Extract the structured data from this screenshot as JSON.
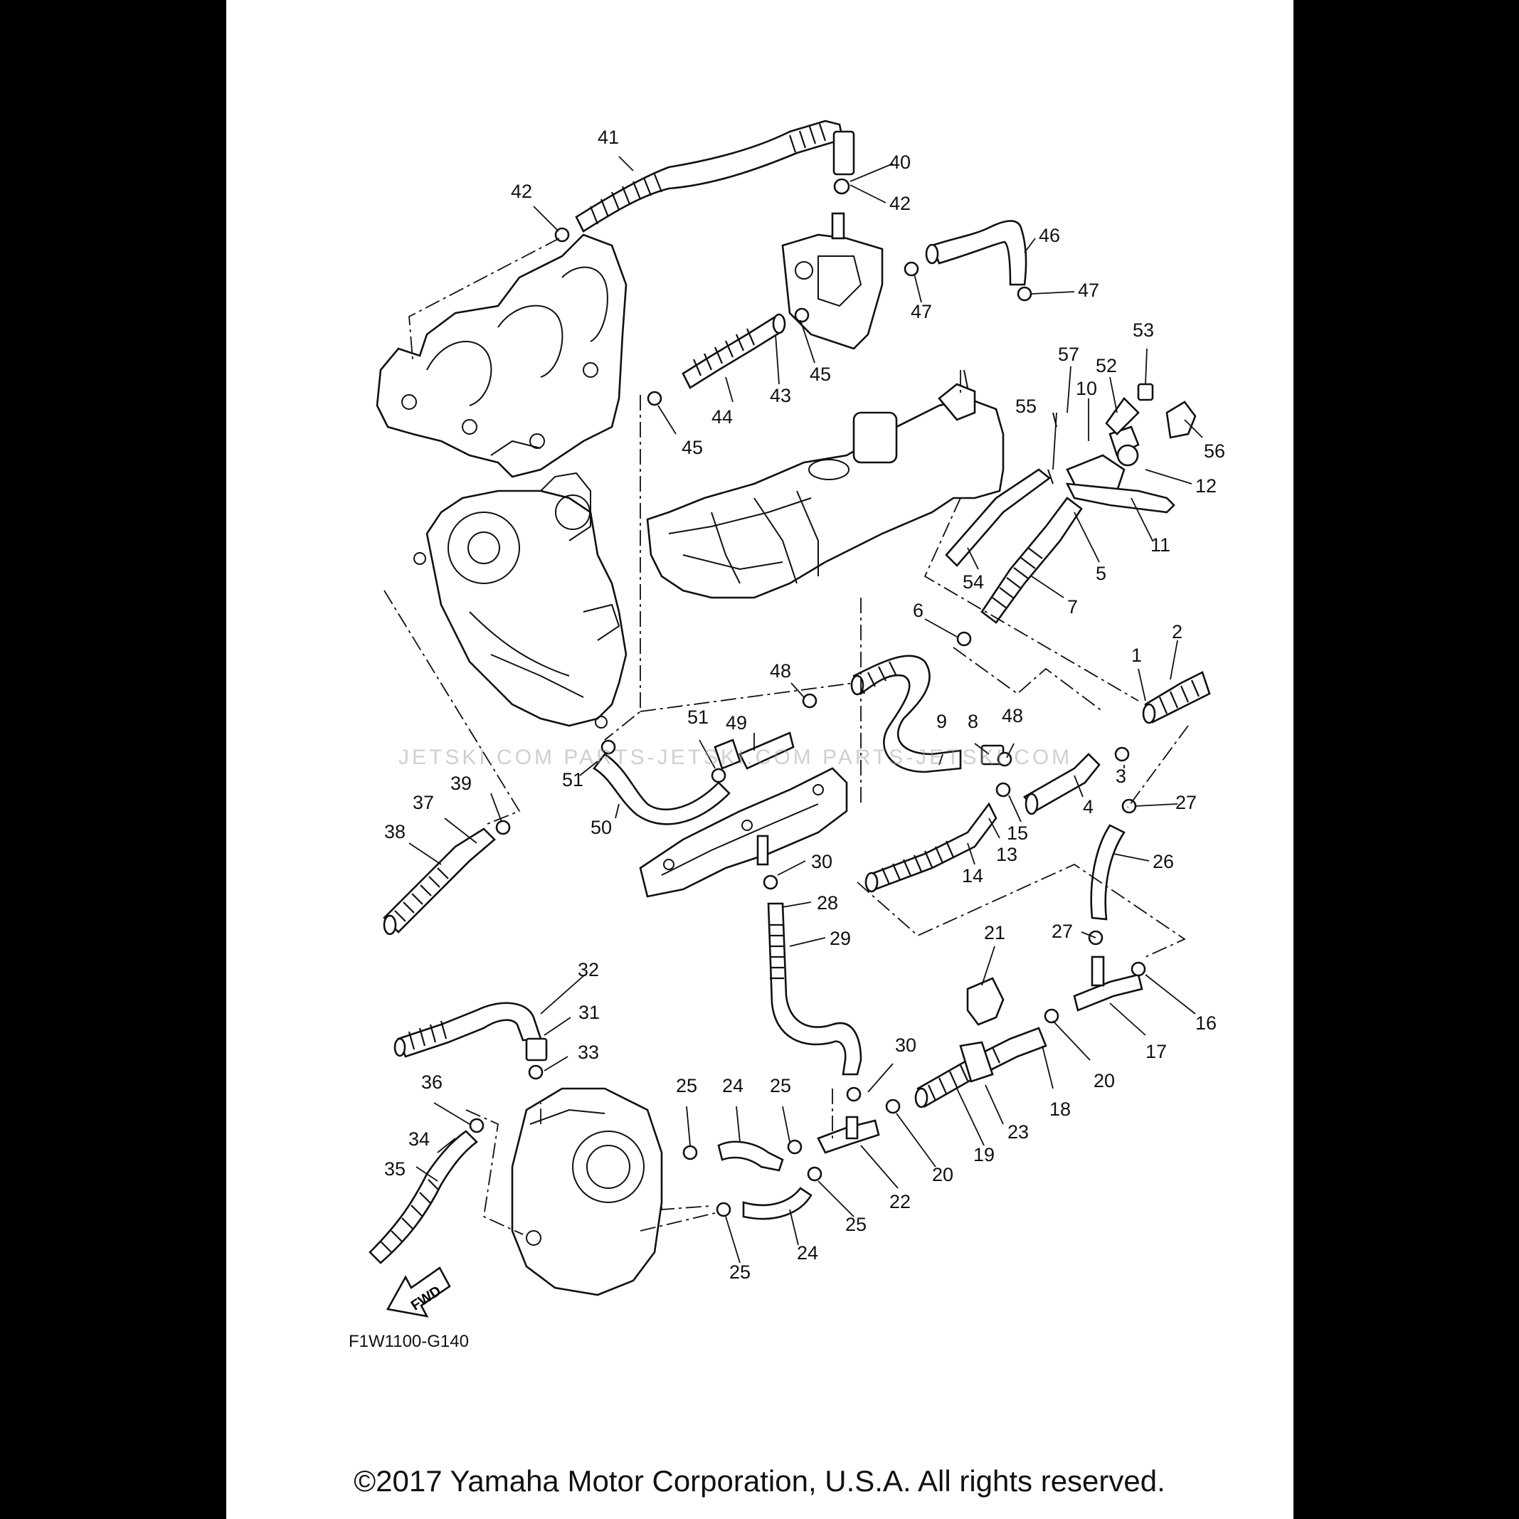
{
  "callouts": [
    {
      "id": "c41",
      "text": "41"
    },
    {
      "id": "c40",
      "text": "40"
    },
    {
      "id": "c42a",
      "text": "42"
    },
    {
      "id": "c42b",
      "text": "42"
    },
    {
      "id": "c46",
      "text": "46"
    },
    {
      "id": "c47a",
      "text": "47"
    },
    {
      "id": "c47b",
      "text": "47"
    },
    {
      "id": "c53",
      "text": "53"
    },
    {
      "id": "c57",
      "text": "57"
    },
    {
      "id": "c52",
      "text": "52"
    },
    {
      "id": "c10",
      "text": "10"
    },
    {
      "id": "c55",
      "text": "55"
    },
    {
      "id": "c56",
      "text": "56"
    },
    {
      "id": "c12",
      "text": "12"
    },
    {
      "id": "c11",
      "text": "11"
    },
    {
      "id": "c43",
      "text": "43"
    },
    {
      "id": "c45a",
      "text": "45"
    },
    {
      "id": "c44",
      "text": "44"
    },
    {
      "id": "c45b",
      "text": "45"
    },
    {
      "id": "c5",
      "text": "5"
    },
    {
      "id": "c54",
      "text": "54"
    },
    {
      "id": "c7",
      "text": "7"
    },
    {
      "id": "c6",
      "text": "6"
    },
    {
      "id": "c2",
      "text": "2"
    },
    {
      "id": "c1",
      "text": "1"
    },
    {
      "id": "c48a",
      "text": "48"
    },
    {
      "id": "c49",
      "text": "49"
    },
    {
      "id": "c51a",
      "text": "51"
    },
    {
      "id": "c9",
      "text": "9"
    },
    {
      "id": "c8",
      "text": "8"
    },
    {
      "id": "c48b",
      "text": "48"
    },
    {
      "id": "c3",
      "text": "3"
    },
    {
      "id": "c51b",
      "text": "51"
    },
    {
      "id": "c39",
      "text": "39"
    },
    {
      "id": "c37",
      "text": "37"
    },
    {
      "id": "c38",
      "text": "38"
    },
    {
      "id": "c50",
      "text": "50"
    },
    {
      "id": "c4",
      "text": "4"
    },
    {
      "id": "c27a",
      "text": "27"
    },
    {
      "id": "c15",
      "text": "15"
    },
    {
      "id": "c13",
      "text": "13"
    },
    {
      "id": "c26",
      "text": "26"
    },
    {
      "id": "c30a",
      "text": "30"
    },
    {
      "id": "c14",
      "text": "14"
    },
    {
      "id": "c28",
      "text": "28"
    },
    {
      "id": "c29",
      "text": "29"
    },
    {
      "id": "c21",
      "text": "21"
    },
    {
      "id": "c27b",
      "text": "27"
    },
    {
      "id": "c32",
      "text": "32"
    },
    {
      "id": "c31",
      "text": "31"
    },
    {
      "id": "c16",
      "text": "16"
    },
    {
      "id": "c17",
      "text": "17"
    },
    {
      "id": "c33",
      "text": "33"
    },
    {
      "id": "c30b",
      "text": "30"
    },
    {
      "id": "c20a",
      "text": "20"
    },
    {
      "id": "c18",
      "text": "18"
    },
    {
      "id": "c36",
      "text": "36"
    },
    {
      "id": "c25a",
      "text": "25"
    },
    {
      "id": "c24a",
      "text": "24"
    },
    {
      "id": "c25b",
      "text": "25"
    },
    {
      "id": "c23",
      "text": "23"
    },
    {
      "id": "c34",
      "text": "34"
    },
    {
      "id": "c35",
      "text": "35"
    },
    {
      "id": "c19",
      "text": "19"
    },
    {
      "id": "c20b",
      "text": "20"
    },
    {
      "id": "c22",
      "text": "22"
    },
    {
      "id": "c25c",
      "text": "25"
    },
    {
      "id": "c24b",
      "text": "24"
    },
    {
      "id": "c25d",
      "text": "25"
    }
  ],
  "fwd_label": "FWD",
  "figure_code": "F1W1100-G140",
  "watermark": "JETSKI.COM   PARTS-JETSKI.COM   PARTS-JETSKI.COM",
  "copyright": "©2017 Yamaha Motor Corporation, U.S.A. All rights reserved."
}
